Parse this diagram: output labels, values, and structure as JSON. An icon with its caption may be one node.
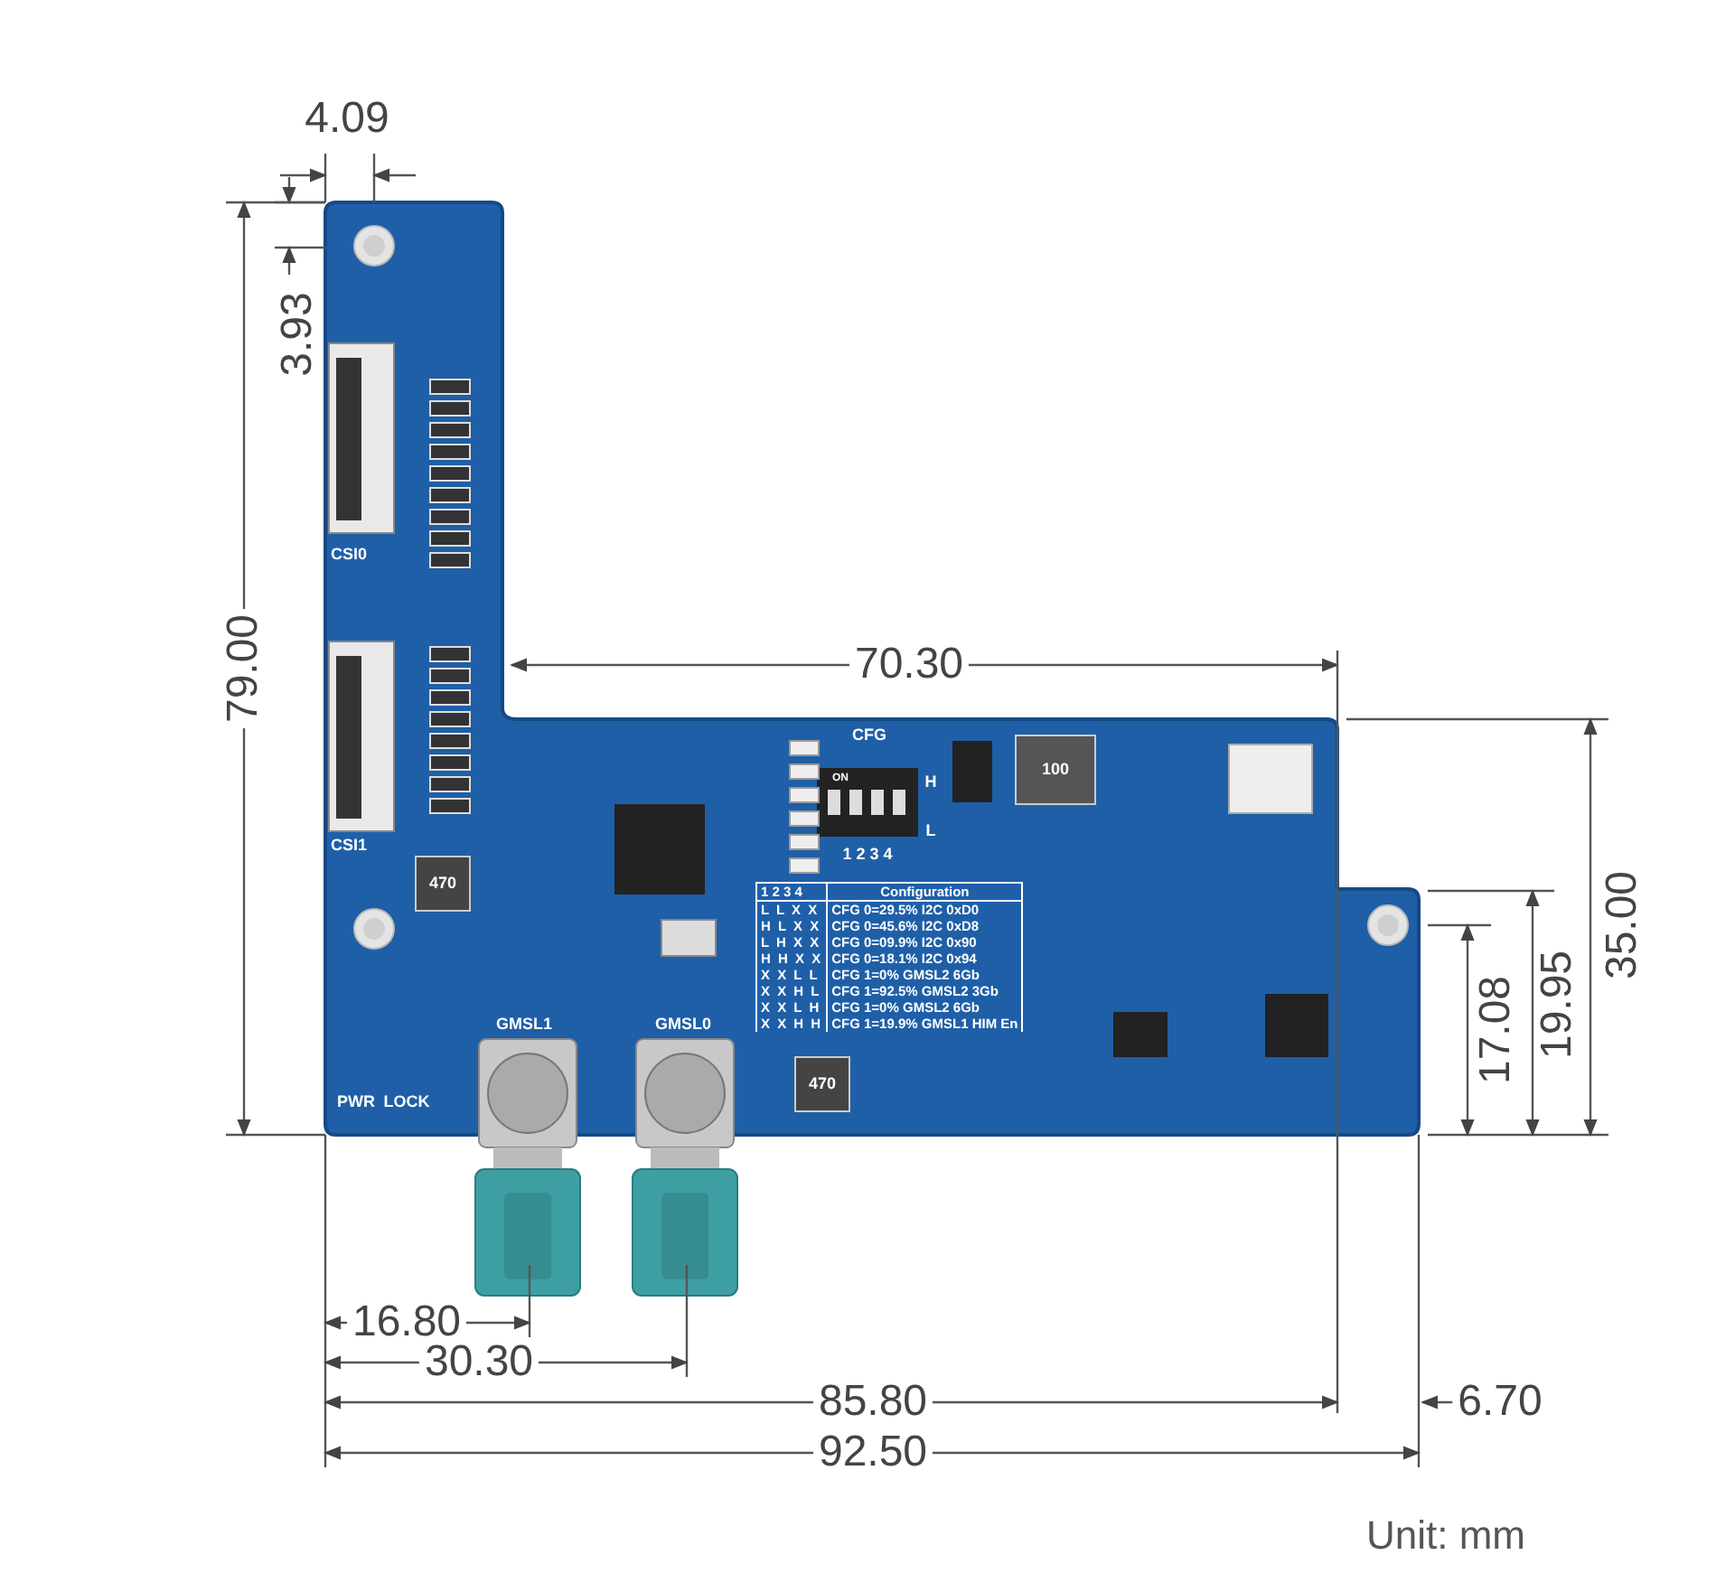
{
  "diagram": {
    "labels": [
      "4.09",
      "3.93",
      "79.00",
      "CSI0",
      "CSI1",
      "70.30",
      "CFG",
      "ON",
      "H",
      "L",
      "1 2 3 4",
      "100",
      "35.00",
      "470",
      "1 2 3 4",
      "Configuration",
      "L L X X",
      "CFG 0=29.5% I2C 0xD0",
      "H L X X",
      "CFG 0=45.6% I2C 0xD8",
      "L H X X",
      "CFG 0=09.9% I2C 0x90",
      "H H X X",
      "CFG 0=18.1% I2C 0x94",
      "X X L L",
      "CFG 1=0% GMSL2 6Gb",
      "X X H L",
      "CFG 1=92.5% GMSL2 3Gb",
      "X X L H",
      "CFG 1=0% GMSL2 6Gb",
      "X X H H",
      "CFG 1=19.9% GMSL1 HIM En",
      "17.08",
      "19.95",
      "GMSL1",
      "GMSL0",
      "470",
      "PWR",
      "LOCK",
      "16.80",
      "30.30",
      "85.80",
      "6.70",
      "92.50",
      "Unit: mm"
    ]
  }
}
